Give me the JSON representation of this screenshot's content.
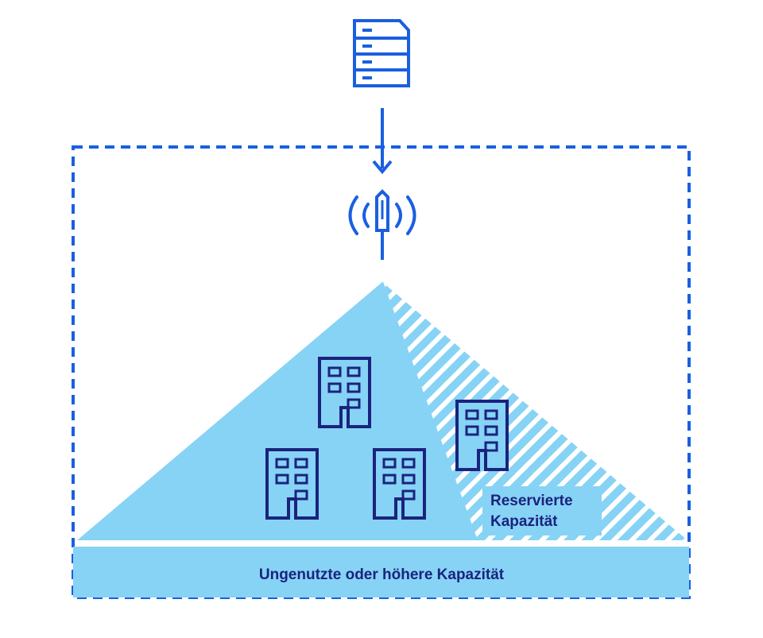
{
  "colors": {
    "primary_blue": "#1a5fe0",
    "navy": "#1a237e",
    "light_blue": "#87d3f5",
    "white": "#ffffff"
  },
  "icons": {
    "server": "server-icon",
    "antenna": "antenna-icon",
    "building": "building-icon"
  },
  "labels": {
    "reserved_line1": "Reservierte",
    "reserved_line2": "Kapazität",
    "unused_bar": "Ungenutzte oder höhere Kapazität"
  }
}
